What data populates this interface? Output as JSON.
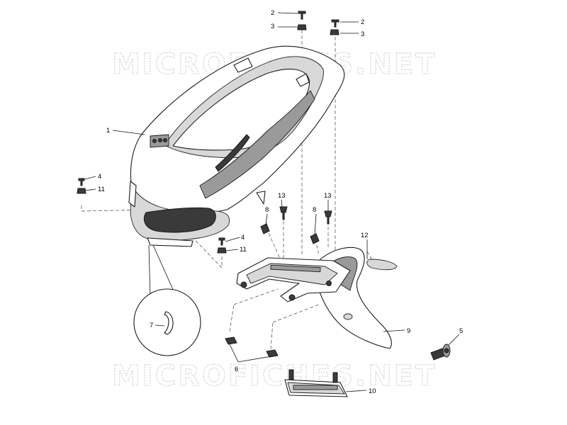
{
  "watermark": "MICROFICHES.NET",
  "callouts": {
    "c1": "1",
    "c2a": "2",
    "c2b": "2",
    "c3a": "3",
    "c3b": "3",
    "c4a": "4",
    "c4b": "4",
    "c5": "5",
    "c6": "6",
    "c7": "7",
    "c8a": "8",
    "c8b": "8",
    "c9": "9",
    "c10": "10",
    "c11a": "11",
    "c11b": "11",
    "c12": "12",
    "c13a": "13",
    "c13b": "13"
  }
}
